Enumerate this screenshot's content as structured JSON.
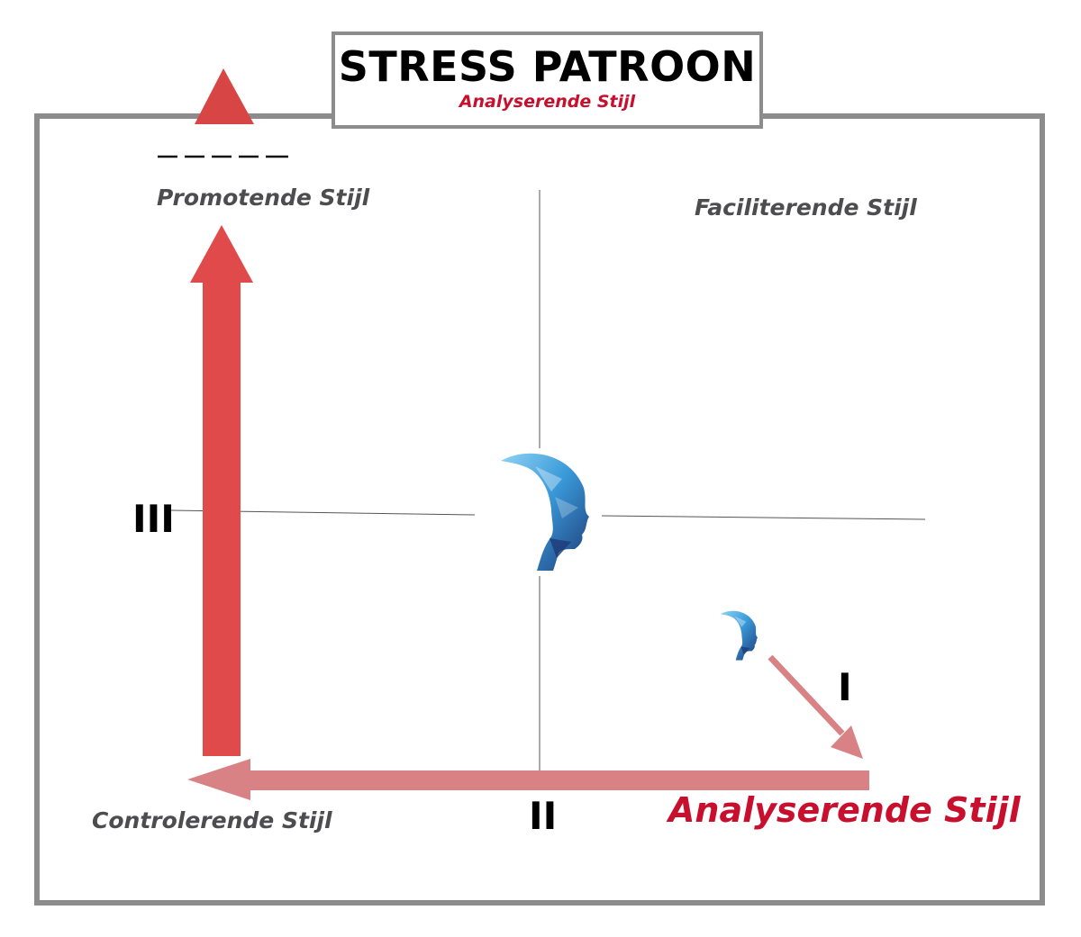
{
  "title": "STRESS PATROON",
  "subtitle": "Analyserende Stijl",
  "quadrants": {
    "top_left": "Promotende Stijl",
    "top_right": "Faciliterende Stijl",
    "bottom_left": "Controlerende Stijl",
    "bottom_right": "Analyserende Stijl"
  },
  "top_marker": "_____",
  "steps": {
    "step1": "I",
    "step2": "II",
    "step3": "III"
  },
  "icons": {
    "center": "head-profile-icon",
    "small": "head-profile-icon"
  },
  "colors": {
    "accent_red": "#c8102e",
    "arrow_strong": "#e04a4a",
    "arrow_light": "#d98285",
    "label_gray": "#4d4d4f",
    "frame_gray": "#8c8c8c",
    "head_blue_dark": "#1e3a78",
    "head_blue_light": "#5ab4e8"
  }
}
